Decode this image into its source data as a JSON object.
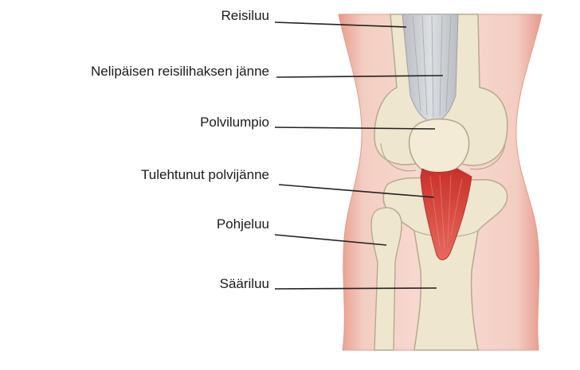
{
  "diagram": {
    "labels": [
      {
        "id": "femur",
        "text": "Reisiluu"
      },
      {
        "id": "quad-tendon",
        "text": "Nelipäisen reisilihaksen jänne"
      },
      {
        "id": "patella",
        "text": "Polvilumpio"
      },
      {
        "id": "inflamed-patellar-tendon",
        "text": "Tulehtunut polvijänne"
      },
      {
        "id": "fibula",
        "text": "Pohjeluu"
      },
      {
        "id": "tibia",
        "text": "Sääriluu"
      }
    ]
  },
  "colors": {
    "skin": "#f2c9bd",
    "skin_edge": "#e39a8a",
    "bone": "#efe6cf",
    "bone_edge": "#b8a98a",
    "tendon": "#c9ccd0",
    "inflamed": "#d8453b",
    "leader": "#222222"
  }
}
